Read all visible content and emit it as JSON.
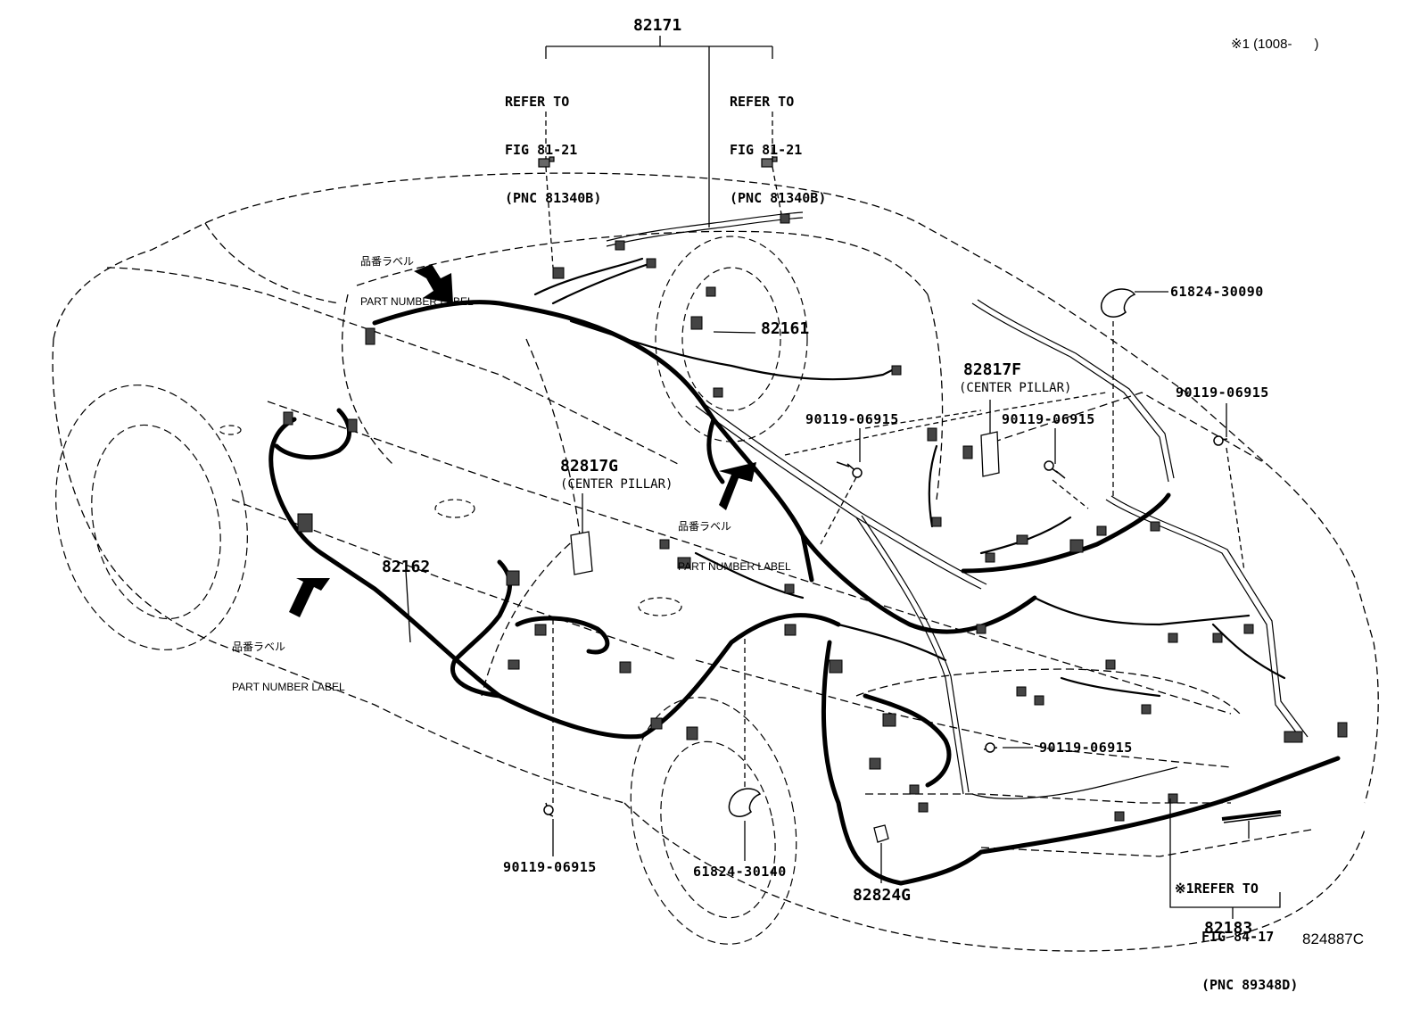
{
  "note": "※1 (1008-      )",
  "figure_code": "824887C",
  "parts": {
    "p82171": "82171",
    "p82161": "82161",
    "p82162": "82162",
    "p82817f": "82817F",
    "p82817f_sub": "(CENTER PILLAR)",
    "p82817g": "82817G",
    "p82817g_sub": "(CENTER PILLAR)",
    "p61824_30090": "61824-30090",
    "p61824_30140": "61824-30140",
    "p90119_a": "90119-06915",
    "p90119_b": "90119-06915",
    "p90119_c": "90119-06915",
    "p90119_d": "90119-06915",
    "p90119_e": "90119-06915",
    "p82824g": "82824G",
    "p82183": "82183"
  },
  "refs": {
    "left": [
      "REFER TO",
      "FIG 81-21",
      "(PNC 81340B)"
    ],
    "right": [
      "REFER TO",
      "FIG 81-21",
      "(PNC 81340B)"
    ],
    "rear": [
      "※1REFER TO",
      "FIG 84-17",
      "(PNC 89348D)"
    ]
  },
  "labels": {
    "top_jp": "品番ラベル",
    "top_en": "PART NUMBER LABEL",
    "mid_jp": "品番ラベル",
    "mid_en": "PART NUMBER LABEL",
    "left_jp": "品番ラベル",
    "left_en": "PART NUMBER LABEL"
  }
}
